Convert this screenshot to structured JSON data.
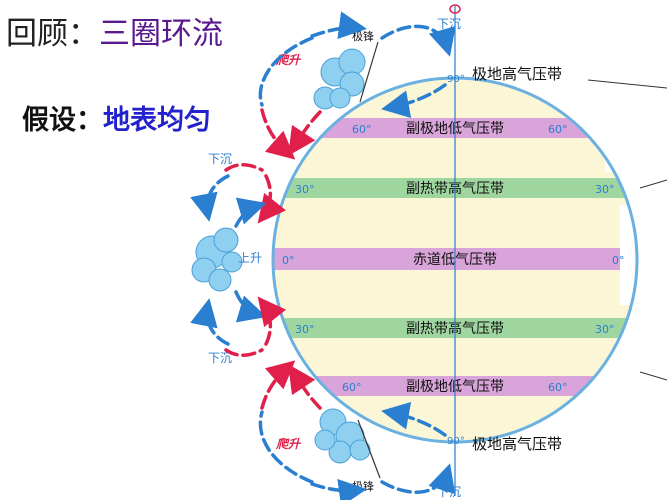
{
  "title": {
    "prefix": "回顾：",
    "main": "三圈环流"
  },
  "assumption": {
    "prefix": "假设：",
    "main": "地表均匀"
  },
  "bands": [
    {
      "label": "副极地低气压带",
      "latitude": "60°",
      "type": "low"
    },
    {
      "label": "副热带高气压带",
      "latitude": "30°",
      "type": "high"
    },
    {
      "label": "赤道低气压带",
      "latitude": "0°",
      "type": "low"
    },
    {
      "label": "副热带高气压带",
      "latitude": "30°",
      "type": "high"
    },
    {
      "label": "副极地低气压带",
      "latitude": "60°",
      "type": "low"
    }
  ],
  "poles": {
    "north_label": "极地高气压带",
    "south_label": "极地高气压带",
    "latitude": "90°"
  },
  "circulation_labels": {
    "sink": "下沉",
    "rise": "上升",
    "climb": "爬升",
    "front": "极锋"
  },
  "colors": {
    "globe_fill": "#fbf6d6",
    "globe_edge": "#6ab0e0",
    "low_band": "#d9a4d9",
    "high_band": "#9fd59f",
    "arrow_blue": "#2a7fd0",
    "arrow_red": "#e0204a",
    "cloud": "#8fd0f0"
  }
}
